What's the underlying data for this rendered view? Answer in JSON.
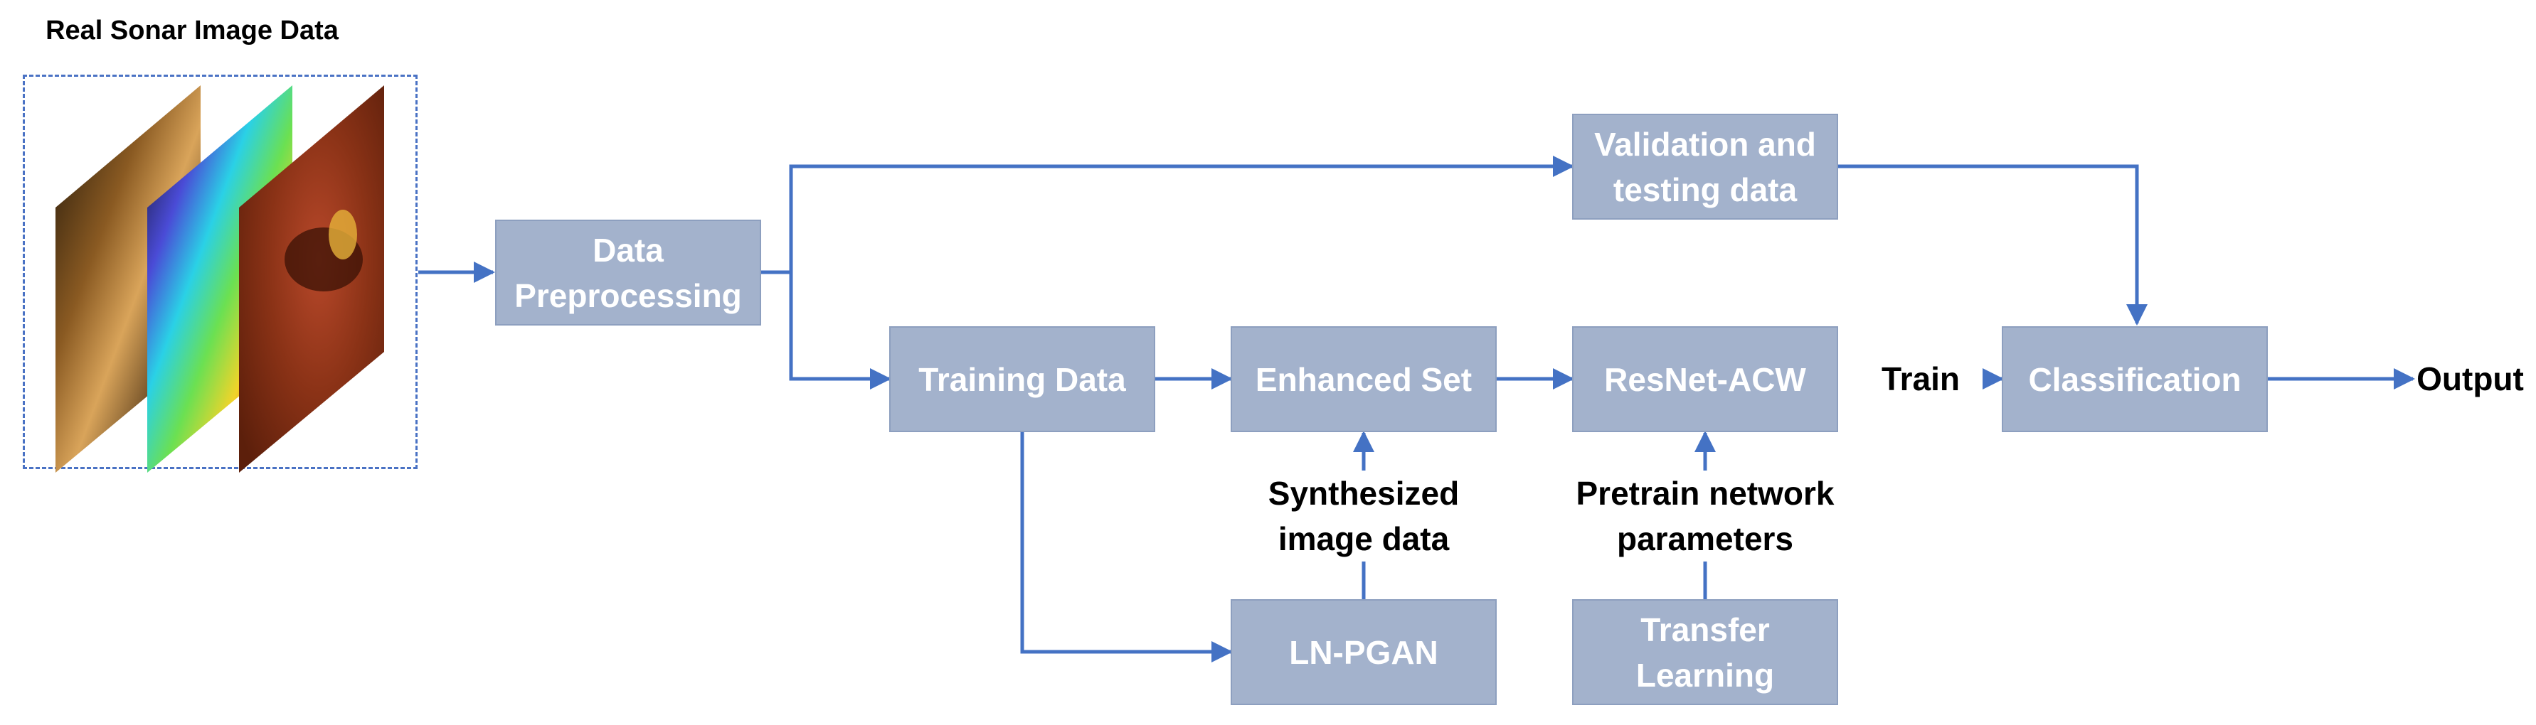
{
  "title": "Real Sonar Image Data",
  "boxes": {
    "preprocessing": "Data\nPreprocessing",
    "validation": "Validation and\ntesting data",
    "training": "Training Data",
    "enhanced": "Enhanced Set",
    "resnet": "ResNet-ACW",
    "classification": "Classification",
    "lnpgan": "LN-PGAN",
    "transfer": "Transfer\nLearning"
  },
  "labels": {
    "train": "Train",
    "output": "Output",
    "synthesized": "Synthesized\nimage data",
    "pretrain": "Pretrain network\nparameters"
  },
  "colors": {
    "box_fill": "#a3b2cc",
    "box_border": "#8d9fbf",
    "arrow": "#4472c4",
    "box_text": "#ffffff"
  },
  "images": {
    "panel1": "sonar-grayscale-side-scan-image",
    "panel2": "sonar-false-color-image",
    "panel3": "sonar-red-seabed-image"
  }
}
